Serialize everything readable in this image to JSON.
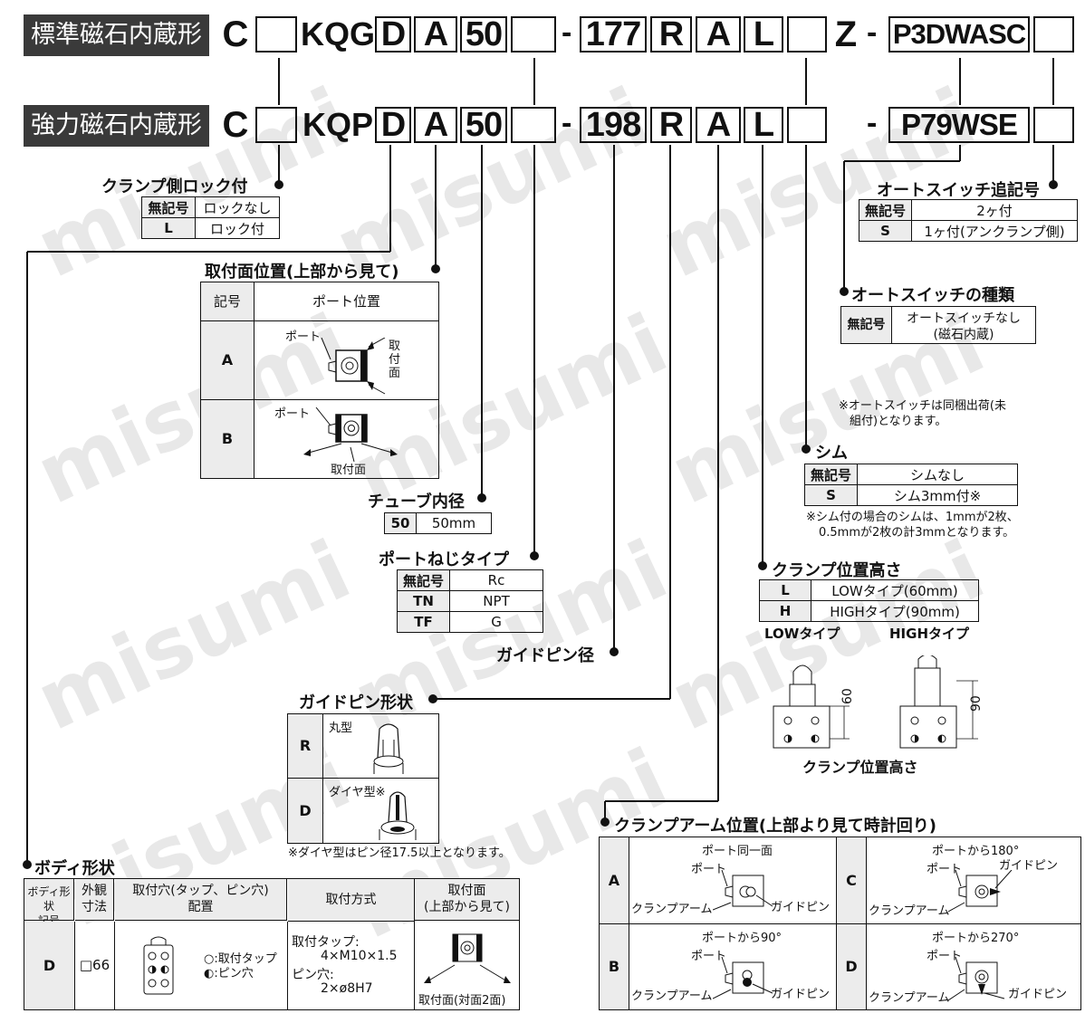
{
  "header": {
    "std_label": "標準磁石内蔵形",
    "std_codes": [
      "C",
      "KQG",
      "D",
      "A",
      "50",
      "-",
      "177",
      "R",
      "A",
      "L",
      "Z",
      "-",
      "P3DWASC"
    ],
    "str_label": "強力磁石内蔵形",
    "str_codes": [
      "C",
      "KQP",
      "D",
      "A",
      "50",
      "-",
      "198",
      "R",
      "A",
      "L",
      "-",
      "P79WSE"
    ]
  },
  "clamp_lock": {
    "title": "クランプ側ロック付",
    "rows": [
      [
        "無記号",
        "ロックなし"
      ],
      [
        "L",
        "ロック付"
      ]
    ]
  },
  "mount_pos": {
    "title": "取付面位置(上部から見て)",
    "headers": [
      "記号",
      "ポート位置"
    ],
    "rows": [
      {
        "code": "A",
        "port": "ポート",
        "face": "取付面"
      },
      {
        "code": "B",
        "port": "ポート",
        "face": "取付面"
      }
    ]
  },
  "bore": {
    "title": "チューブ内径",
    "rows": [
      [
        "50",
        "50mm"
      ]
    ]
  },
  "port_thread": {
    "title": "ポートねじタイプ",
    "rows": [
      [
        "無記号",
        "Rc"
      ],
      [
        "TN",
        "NPT"
      ],
      [
        "TF",
        "G"
      ]
    ]
  },
  "guide_pin_dia": {
    "title": "ガイドピン径"
  },
  "guide_pin_shape": {
    "title": "ガイドピン形状",
    "rows": [
      {
        "code": "R",
        "label": "丸型"
      },
      {
        "code": "D",
        "label": "ダイヤ型※"
      }
    ],
    "note": "※ダイヤ型はピン径17.5以上となります。"
  },
  "body_shape": {
    "title": "ボディ形状",
    "headers": [
      "ボディ形状\n記号",
      "外観\n寸法",
      "取付穴(タップ、ピン穴)\n配置",
      "取付方式",
      "取付面\n(上部から見て)"
    ],
    "row": {
      "code": "D",
      "size": "□66",
      "legend1": "○:取付タップ",
      "legend2": "◐:ピン穴",
      "method1": "取付タップ:",
      "method2": "4×M10×1.5",
      "method3": "ピン穴:",
      "method4": "2×ø8H7",
      "face_label": "取付面(対面2面)"
    }
  },
  "auto_switch_suffix": {
    "title": "オートスイッチ追記号",
    "rows": [
      [
        "無記号",
        "2ヶ付"
      ],
      [
        "S",
        "1ヶ付(アンクランプ側)"
      ]
    ]
  },
  "auto_switch_type": {
    "title": "オートスイッチの種類",
    "rows": [
      [
        "無記号",
        "オートスイッチなし",
        "(磁石内蔵)"
      ]
    ],
    "note1": "※オートスイッチは同梱出荷(未",
    "note2": "組付)となります。"
  },
  "shim": {
    "title": "シム",
    "rows": [
      [
        "無記号",
        "シムなし"
      ],
      [
        "S",
        "シム3mm付※"
      ]
    ],
    "note1": "※シム付の場合のシムは、1mmが2枚、",
    "note2": "0.5mmが2枚の計3mmとなります。"
  },
  "clamp_height": {
    "title": "クランプ位置高さ",
    "rows": [
      [
        "L",
        "LOWタイプ(60mm)"
      ],
      [
        "H",
        "HIGHタイプ(90mm)"
      ]
    ],
    "low_label": "LOWタイプ",
    "high_label": "HIGHタイプ",
    "low_dim": "60",
    "high_dim": "90",
    "caption": "クランプ位置高さ"
  },
  "clamp_arm": {
    "title": "クランプアーム位置(上部より見て時計回り)",
    "cells": [
      {
        "code": "A",
        "top": "ポート同一面",
        "port": "ポート",
        "arm": "クランプアーム",
        "pin": "ガイドピン"
      },
      {
        "code": "C",
        "top": "ポートから180°",
        "port": "ポート",
        "arm": "クランプアーム",
        "pin": "ガイドピン"
      },
      {
        "code": "B",
        "top": "ポートから90°",
        "port": "ポート",
        "arm": "クランプアーム",
        "pin": "ガイドピン"
      },
      {
        "code": "D",
        "top": "ポートから270°",
        "port": "ポート",
        "arm": "クランプアーム",
        "pin": "ガイドピン"
      }
    ]
  },
  "watermark": "misumi"
}
